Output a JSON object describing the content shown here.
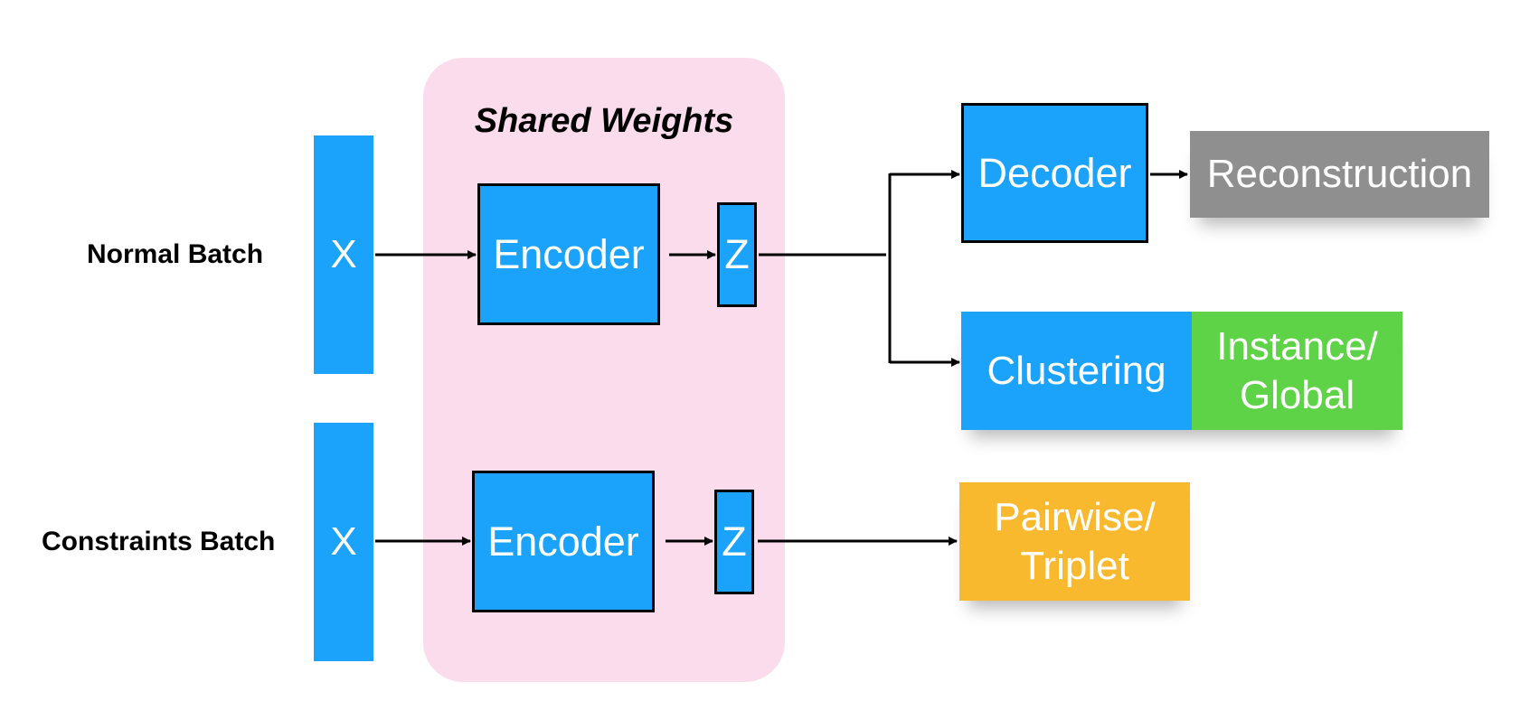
{
  "diagram": {
    "shared_weights_label": "Shared Weights",
    "rows": {
      "normal": {
        "label": "Normal Batch",
        "input": "X",
        "encoder": "Encoder",
        "latent": "Z"
      },
      "constraints": {
        "label": "Constraints Batch",
        "input": "X",
        "encoder": "Encoder",
        "latent": "Z"
      }
    },
    "outputs": {
      "decoder": "Decoder",
      "reconstruction": "Reconstruction",
      "clustering": "Clustering",
      "instance_global": "Instance/\nGlobal",
      "pairwise_triplet": "Pairwise/\nTriplet"
    },
    "colors": {
      "panel_pink": "#fbdcec",
      "module_blue": "#1ba3fc",
      "loss_gray": "#8f8f8f",
      "loss_green": "#5fd347",
      "loss_orange": "#f9b92f"
    }
  }
}
